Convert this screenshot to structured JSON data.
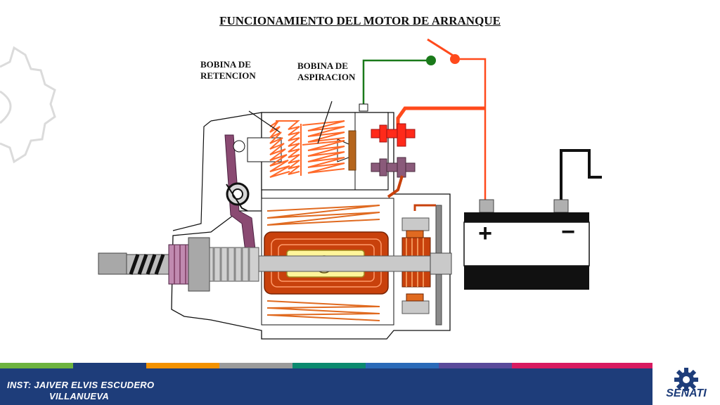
{
  "title": "FUNCIONAMIENTO DEL MOTOR DE ARRANQUE",
  "labels": {
    "retencion": {
      "line1": "BOBINA DE",
      "line2": "RETENCION"
    },
    "aspiracion": {
      "line1": "BOBINA DE",
      "line2": "ASPIRACION"
    }
  },
  "battery": {
    "positive": "+",
    "negative": "−"
  },
  "footer": {
    "instructor_line1": "INST: JAIVER ELVIS ESCUDERO",
    "instructor_line2": "VILLANUEVA",
    "brand": "SENATI",
    "stripe_colors": [
      "#6db33f",
      "#1e3d7a",
      "#f39200",
      "#9b9b9b",
      "#0b8a6f",
      "#2a6ab8",
      "#1e3d7a",
      "#d81b60"
    ]
  },
  "colors": {
    "wire_green": "#1a7a1a",
    "wire_red": "#ff4a1c",
    "coil": "#ff6a2a",
    "winding": "#c8410c",
    "lever": "#8a4a72",
    "footer_bar": "#1e3d7a"
  },
  "icons": [
    "gear-icon",
    "switch-icon",
    "battery-icon"
  ]
}
